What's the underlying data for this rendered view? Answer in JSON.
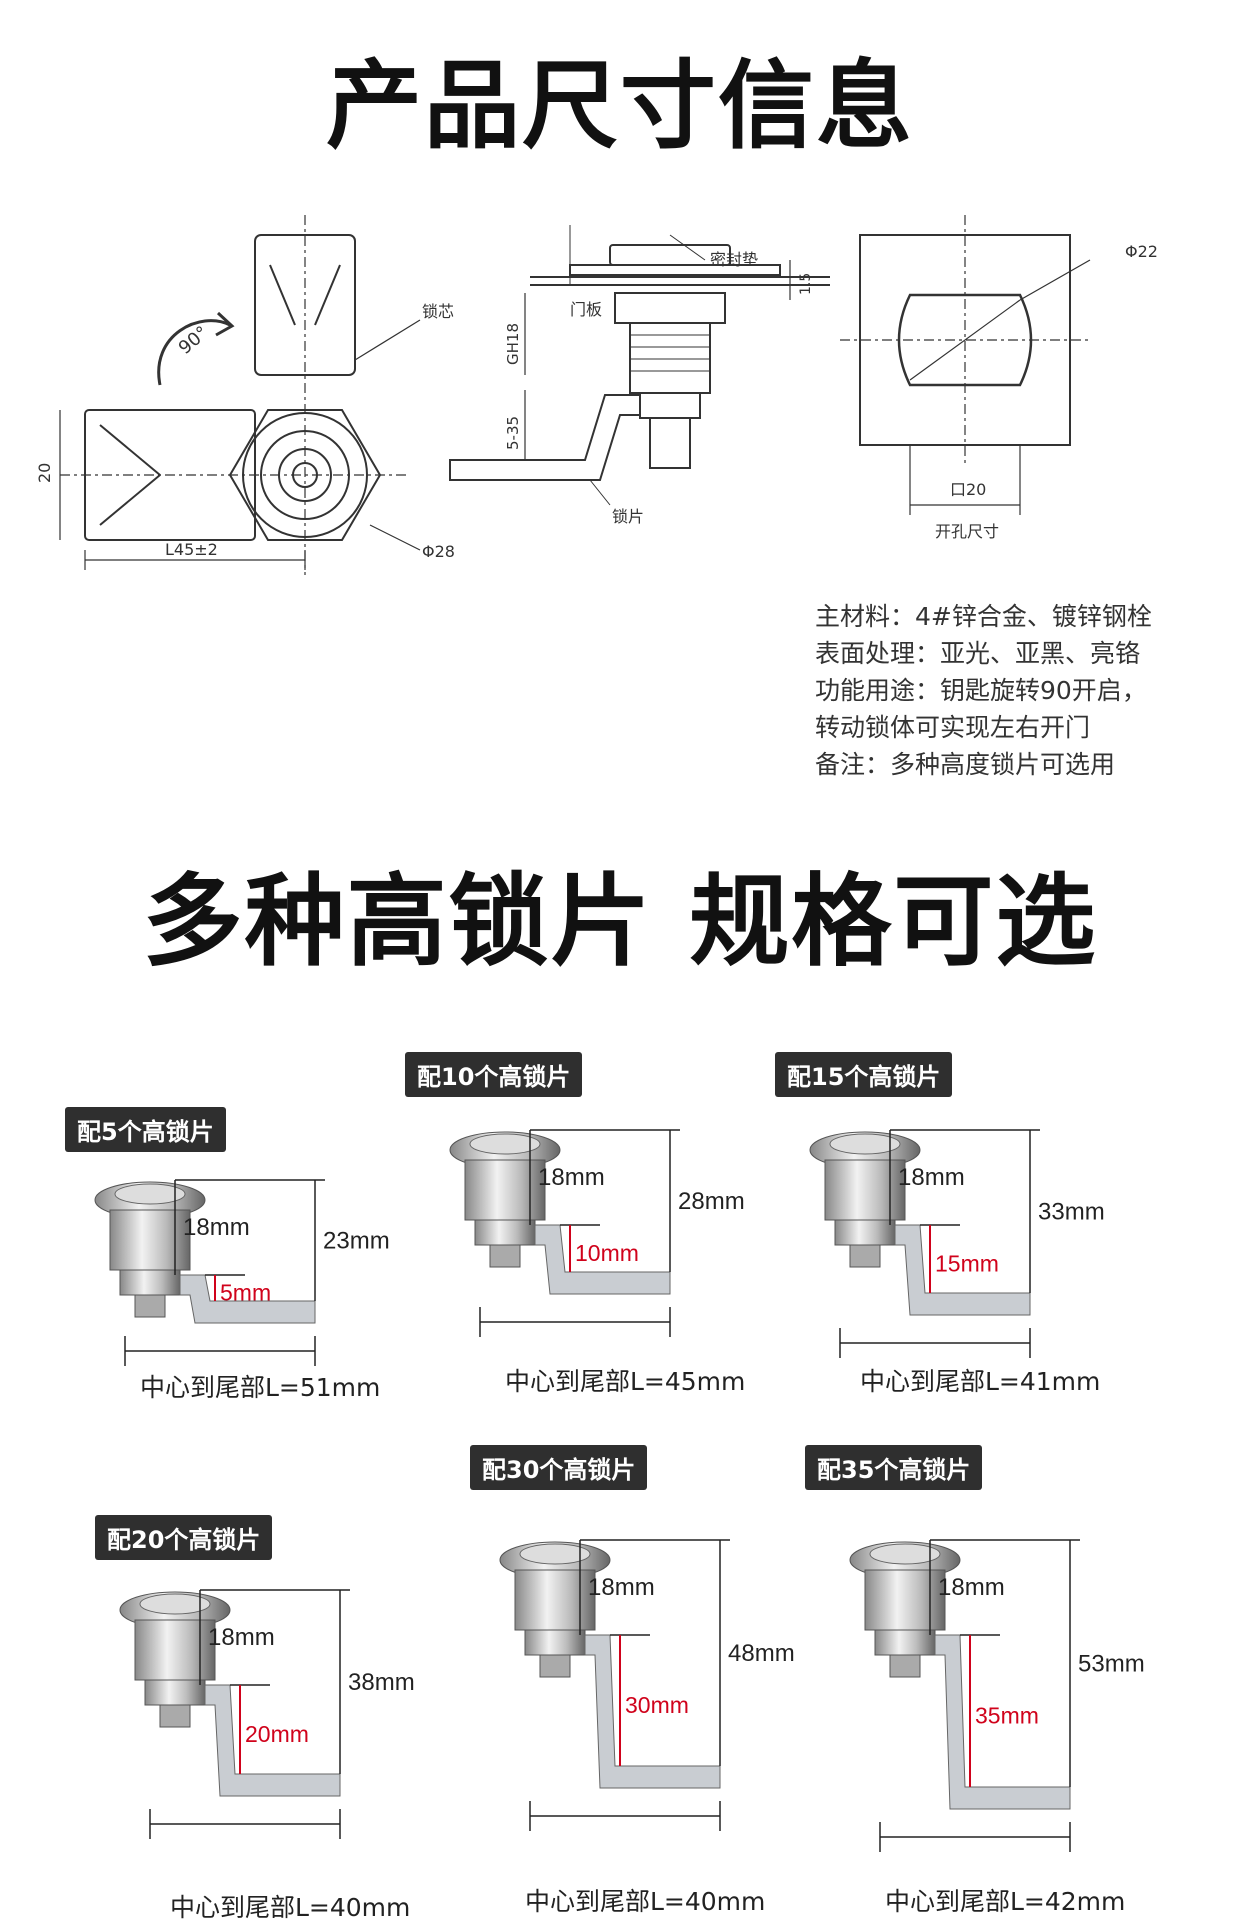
{
  "titles": {
    "product_size": "产品尺寸信息",
    "options": "多种高锁片 规格可选"
  },
  "drawing_labels": {
    "rotation": "90°",
    "core": "锁芯",
    "width": "20",
    "length": "L45±2",
    "diameter": "Φ28",
    "gasket": "密封垫",
    "door_panel": "门板",
    "thread": "GH18",
    "thickness": "1.5",
    "range": "5-35",
    "cam": "锁片",
    "hole_dia": "Φ22",
    "hole_size": "口20",
    "hole_label": "开孔尺寸"
  },
  "specs": [
    "主材料：4#锌合金、镀锌钢栓",
    "表面处理：亚光、亚黑、亮铬",
    "功能用途：钥匙旋转90开启，",
    "转动锁体可实现左右开门",
    "备注：多种高度锁片可选用"
  ],
  "variants": [
    {
      "badge": "配5个高锁片",
      "body": "18mm",
      "cam": "5mm",
      "total": "23mm",
      "caption": "中心到尾部L=51mm"
    },
    {
      "badge": "配10个高锁片",
      "body": "18mm",
      "cam": "10mm",
      "total": "28mm",
      "caption": "中心到尾部L=45mm"
    },
    {
      "badge": "配15个高锁片",
      "body": "18mm",
      "cam": "15mm",
      "total": "33mm",
      "caption": "中心到尾部L=41mm"
    },
    {
      "badge": "配20个高锁片",
      "body": "18mm",
      "cam": "20mm",
      "total": "38mm",
      "caption": "中心到尾部L=40mm"
    },
    {
      "badge": "配30个高锁片",
      "body": "18mm",
      "cam": "30mm",
      "total": "48mm",
      "caption": "中心到尾部L=40mm"
    },
    {
      "badge": "配35个高锁片",
      "body": "18mm",
      "cam": "35mm",
      "total": "53mm",
      "caption": "中心到尾部L=42mm"
    }
  ],
  "colors": {
    "accent_red": "#d0021b",
    "badge_bg": "#2f2f2f"
  }
}
